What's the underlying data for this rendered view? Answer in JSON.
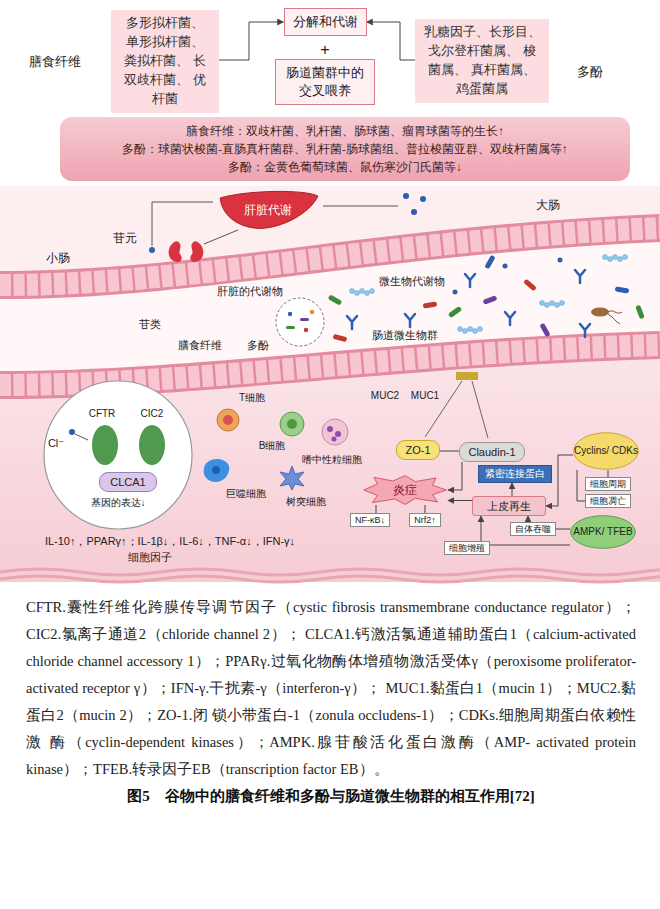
{
  "diagram": {
    "caption": "图5　谷物中的膳食纤维和多酚与肠道微生物群的相互作用[72]",
    "nodes": [
      {
        "text": [
          "多形拟杆菌、 单形拟杆菌、 粪拟杆菌、 长双歧杆菌、 优杆菌"
        ]
      },
      {
        "text": [
          "分解和代谢"
        ]
      },
      {
        "text": [
          "肠道菌群中的 交叉喂养"
        ]
      },
      {
        "text": [
          "乳糖因子、长形目、 戈尔登杆菌属、 梭菌属、 真杆菌属、 鸡蛋菌属"
        ]
      },
      {
        "text": [
          "膳食纤维：双歧杆菌、乳杆菌、肠球菌、瘤胃球菌等的生长↑",
          "多酚：球菌状梭菌-直肠真杆菌群、乳杆菌-肠球菌组、普拉梭菌亚群、双歧杆菌属等↑",
          "多酚：金黄色葡萄球菌、鼠伤寒沙门氏菌等↓"
        ]
      },
      {
        "text": [
          "肝脏代谢"
        ]
      },
      {
        "text": [
          "CLCA1"
        ]
      },
      {
        "text": [
          "ZO-1"
        ]
      },
      {
        "text": [
          "Claudin-1"
        ]
      },
      {
        "text": [
          "紧密连接蛋白"
        ]
      },
      {
        "text": [
          "Cyclins/ CDKs"
        ]
      },
      {
        "text": [
          "炎症"
        ]
      },
      {
        "text": [
          "细胞周期"
        ]
      },
      {
        "text": [
          "细胞凋亡"
        ]
      },
      {
        "text": [
          "上皮再生"
        ]
      },
      {
        "text": [
          "NF-κB↓"
        ]
      },
      {
        "text": [
          "Nrf2↑"
        ]
      },
      {
        "text": [
          "AMPK/ TFEB"
        ]
      },
      {
        "text": [
          "自体吞噬"
        ]
      },
      {
        "text": [
          "细胞增殖"
        ]
      }
    ],
    "edges": [
      {
        "from": 0,
        "to": 1,
        "arrow": "to"
      },
      {
        "from": 3,
        "to": 1,
        "arrow": "to"
      },
      {
        "from": 7,
        "to": 8,
        "arrow": "none"
      },
      {
        "from": 8,
        "to": 11,
        "arrow": "to"
      },
      {
        "from": 14,
        "to": 9,
        "arrow": "to"
      },
      {
        "from": 14,
        "to": 11,
        "arrow": "to"
      },
      {
        "from": 10,
        "to": 14,
        "arrow": "to"
      },
      {
        "from": 10,
        "to": 12,
        "arrow": "none"
      },
      {
        "from": 10,
        "to": 13,
        "arrow": "none"
      },
      {
        "from": 17,
        "to": 18,
        "arrow": "none"
      },
      {
        "from": 18,
        "to": 14,
        "arrow": "to"
      },
      {
        "from": 17,
        "to": 19,
        "arrow": "none"
      },
      {
        "from": 19,
        "to": 14,
        "arrow": "to"
      },
      {
        "from": 11,
        "to": 15,
        "arrow": "none"
      },
      {
        "from": 11,
        "to": 16,
        "arrow": "none"
      }
    ],
    "labels": [
      "膳食纤维",
      "多酚",
      "+",
      "大肠",
      "苷元",
      "小肠",
      "肝脏的代谢物",
      "苷类",
      "膳食纤维",
      "多酚",
      "微生物代谢物",
      "肠道微生物群",
      "MUC2",
      "MUC1",
      "CFTR",
      "CIC2",
      "Cl⁻",
      "基因的表达↓",
      "T细胞",
      "B细胞",
      "嗜中性粒细胞",
      "巨噬细胞",
      "树突细胞",
      "IL-10↑，PPARγ↑；IL-1β↓，IL-6↓，TNF-α↓，IFN-γ↓",
      "细胞因子",
      "CFTR.囊性纤维化跨膜传导调节因子（cystic fibrosis transmembrane conductance regulator）；CIC2.氯离子通道2（chloride channel 2）； CLCA1.钙激活氯通道辅助蛋白1（calcium-activated chloride channel accessory 1）；PPARγ.过氧化物酶体增殖物激活受体γ（peroxisome proliferator-activated receptor γ）；IFN-γ.干扰素-γ（interferon-γ）； MUC1.黏蛋白1（mucin 1）；MUC2.黏蛋白2（mucin 2）；ZO-1.闭 锁小带蛋白-1（zonula occludens-1）；CDKs.细胞周期蛋白依赖性激 酶（cyclin-dependent kinases）；AMPK.腺苷酸活化蛋白激酶（AMP- activated protein kinase）；TFEB.转录因子EB（transcription factor EB）。"
    ]
  }
}
